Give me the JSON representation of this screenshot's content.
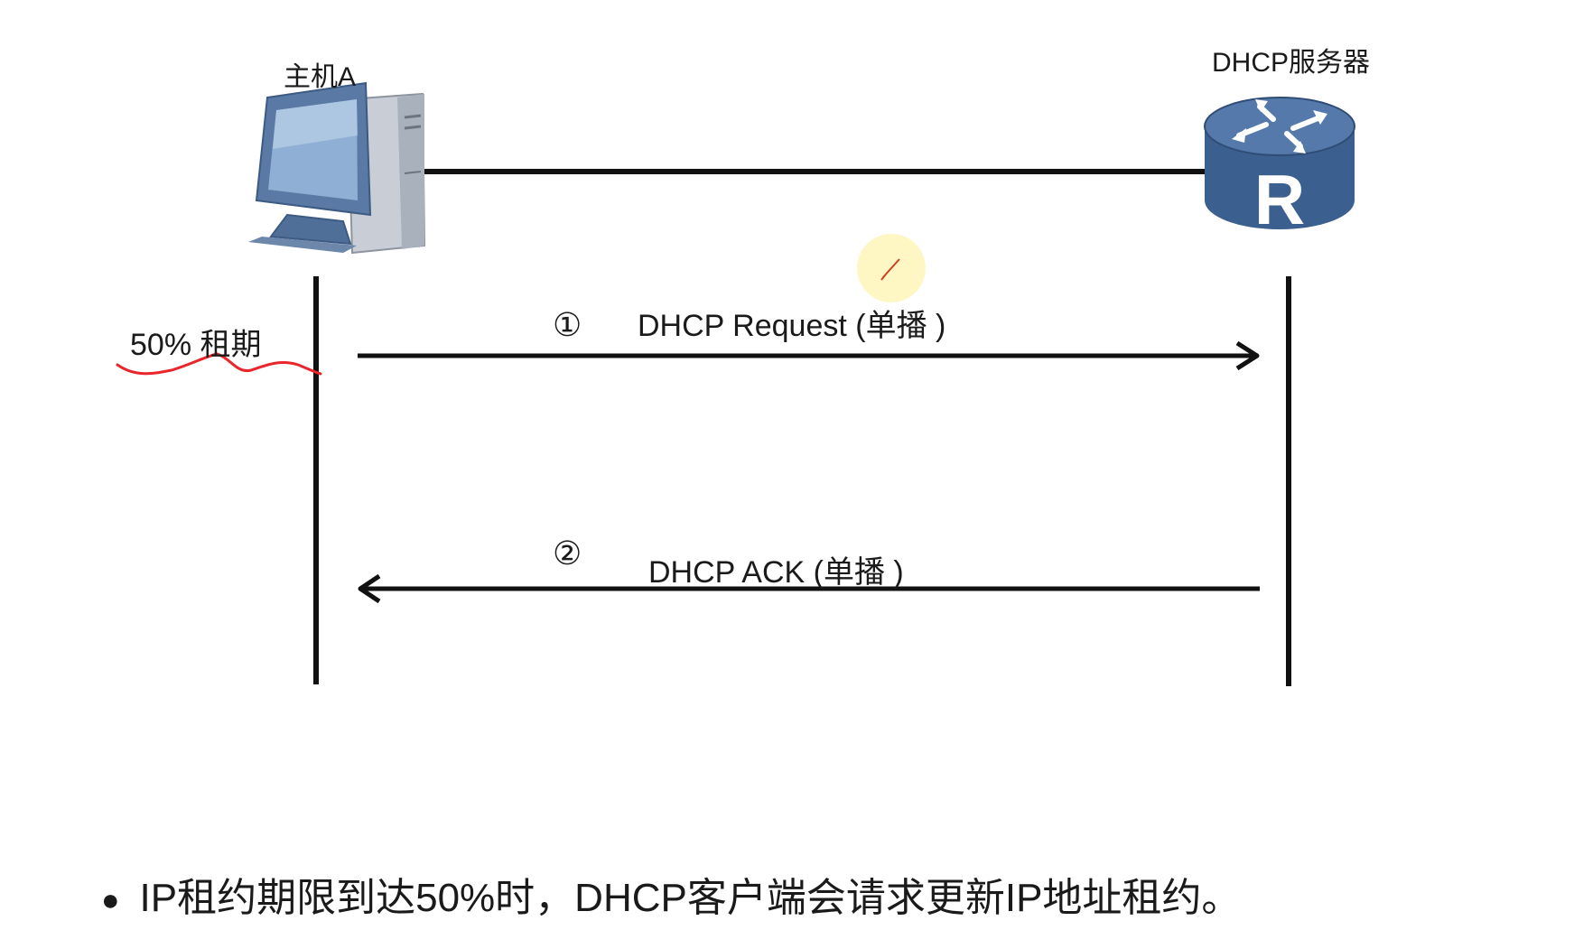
{
  "nodes": {
    "host": {
      "label": "主机A",
      "icon": "desktop-computer-icon"
    },
    "server": {
      "label": "DHCP服务器",
      "icon": "router-icon",
      "icon_letter": "R"
    }
  },
  "lease_marker": {
    "text": "50% 租期",
    "underline_color": "#e8262b"
  },
  "messages": [
    {
      "step": "①",
      "label": "DHCP Request (单播 )",
      "direction": "host-to-server"
    },
    {
      "step": "②",
      "label": "DHCP ACK (单播 )",
      "direction": "server-to-host"
    }
  ],
  "bullet": {
    "symbol": "●",
    "text": "IP租约期限到达50%时，DHCP客户端会请求更新IP地址租约。"
  },
  "colors": {
    "line": "#111111",
    "router_body": "#3b5f8e",
    "router_top": "#4f75a6",
    "cursor_highlight": "#fff3a8"
  }
}
